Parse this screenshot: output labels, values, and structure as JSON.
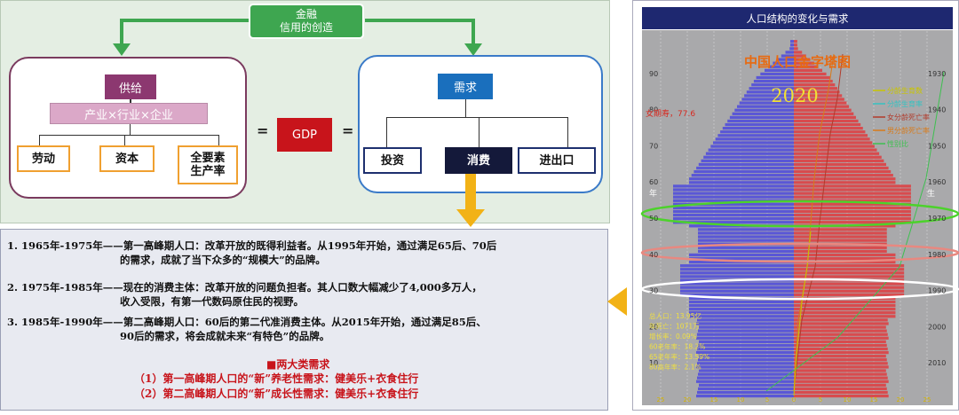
{
  "diagram": {
    "finance_line1": "金融",
    "finance_line2": "信用的创造",
    "supply": {
      "title": "供给",
      "formula": "产业×行业×企业",
      "factors": [
        "劳动",
        "资本",
        "全要素\n生产率"
      ]
    },
    "equals1": "=",
    "gdp": "GDP",
    "equals2": "=",
    "demand": {
      "title": "需求",
      "items": [
        "投资",
        "消费",
        "进出口"
      ]
    }
  },
  "points": [
    {
      "head": "1. 1965年-1975年——第一高峰期人口：改革开放的既得利益者。从1995年开始，通过满足65后、70后",
      "tail": "的需求，成就了当下众多的“规模大”的品牌。"
    },
    {
      "head": "2. 1975年-1985年——现在的消费主体：改革开放的问题负担者。其人口数大幅减少了4,000多万人，",
      "tail": "收入受限，有第一代数码原住民的视野。"
    },
    {
      "head": "3. 1985年-1990年——第二高峰期人口：60后的第二代准消费主体。从2015年开始，通过满足85后、",
      "tail": "90后的需求，将会成就未来“有特色”的品牌。"
    }
  ],
  "needs": {
    "title": "■两大类需求",
    "line1": "（1）第一高峰期人口的“新”养老性需求：健美乐+衣食住行",
    "line2": "（2）第二高峰期人口的“新”成长性需求：健美乐+衣食住行"
  },
  "chart_data": {
    "type": "bar",
    "title": "人口结构的变化与需求",
    "overlay_title": "中国人口金字塔图",
    "year": "2020",
    "left_ticks": [
      "90",
      "80",
      "70",
      "60",
      "50",
      "40",
      "30",
      "20",
      "10"
    ],
    "right_ticks": [
      "1930",
      "1940",
      "1950",
      "1960",
      "1970",
      "1980",
      "1990",
      "2000",
      "2010"
    ],
    "bottom_ticks": [
      "25",
      "20",
      "15",
      "10",
      "5",
      "0",
      "5",
      "10",
      "15",
      "20",
      "25"
    ],
    "side_left": "年",
    "side_right": "生",
    "legend": [
      "分龄生育数",
      "分龄生育率",
      "女分龄死亡率",
      "男分龄死亡率",
      "性别比"
    ],
    "legend_colors": [
      "#c9c500",
      "#35c2c2",
      "#b23a2a",
      "#d77a1a",
      "#3ec050"
    ],
    "life_female": "女期寿，77.6",
    "stats": [
      "总人口：13.95亿",
      "年死亡：1071万",
      "增长率：0.09%",
      "60老年率：18.2%",
      "65老年率：13.59%",
      "80高年率：2.1%"
    ],
    "colors": {
      "male": "#5a57d6",
      "female": "#d84b4e",
      "background": "#a9a9ab",
      "header": "#1e2870"
    }
  }
}
